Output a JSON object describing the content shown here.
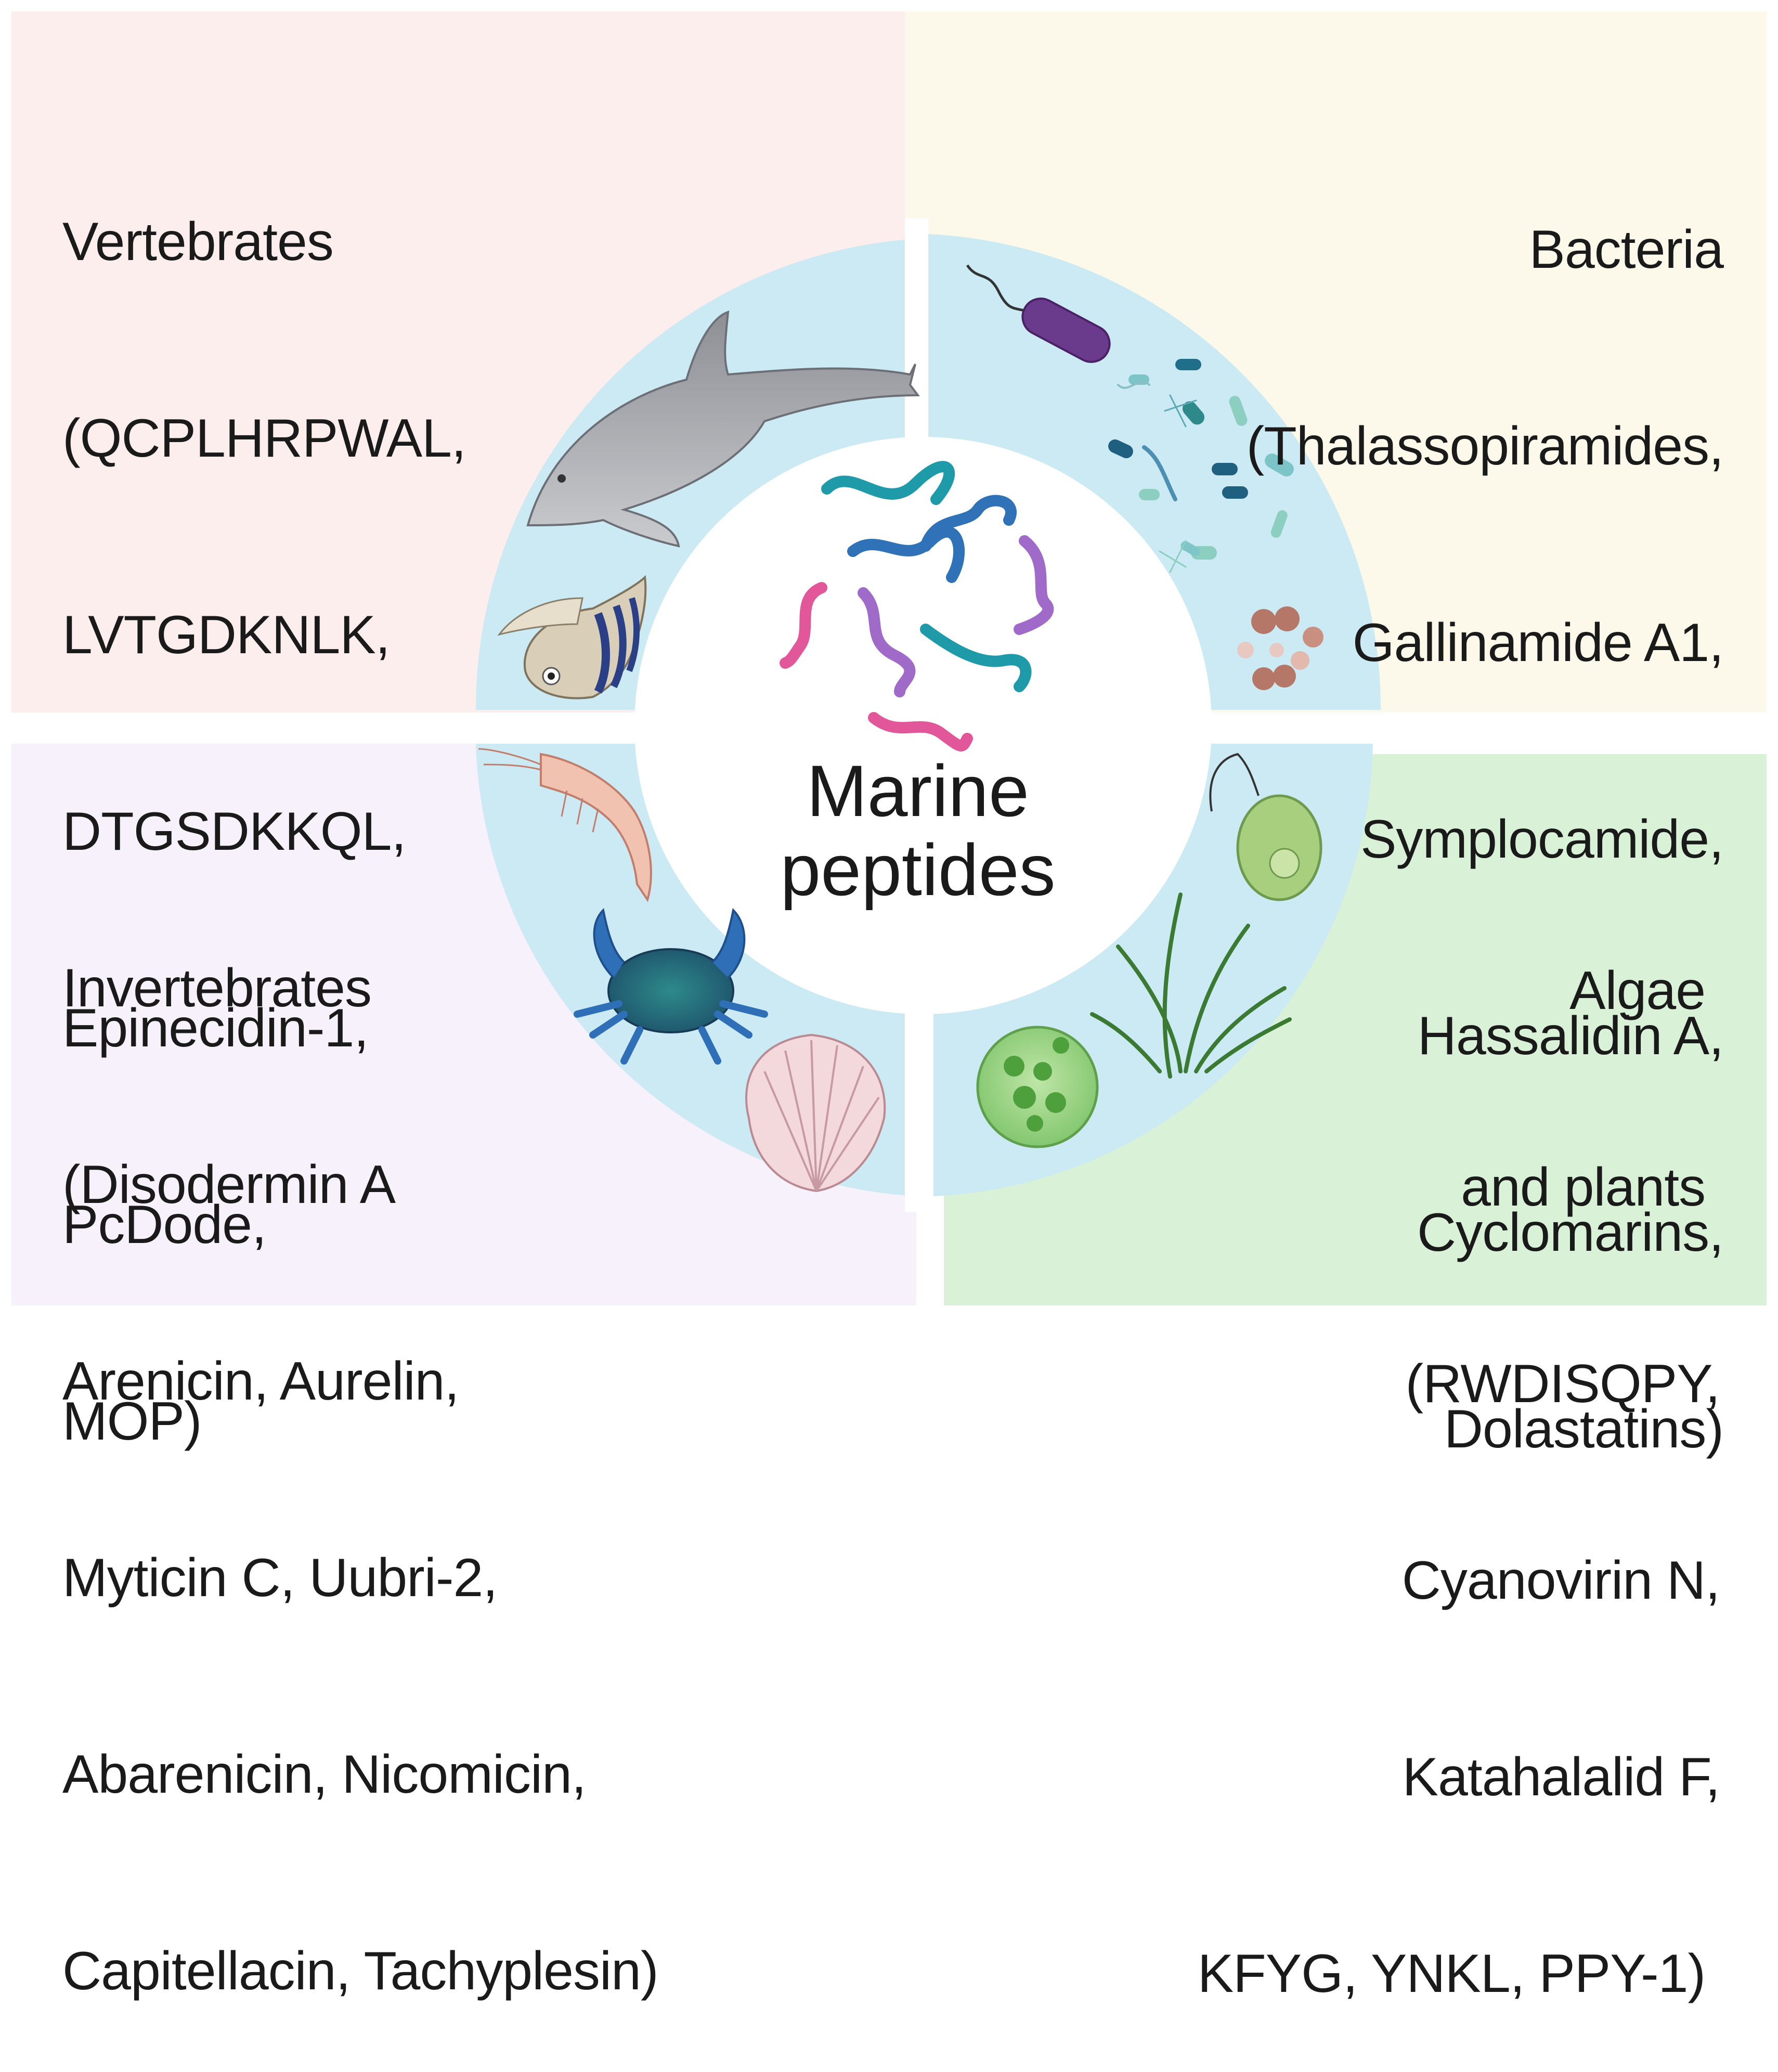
{
  "colors": {
    "vertebrates_bg": "#fdeeee",
    "bacteria_bg": "#fcf9ea",
    "invertebrates_bg": "#f6f1fb",
    "algae_bg": "#d9f1d6",
    "ring_fill": "#cbeaf3",
    "center_fill": "#ffffff",
    "peptide_blue": "#2f72b8",
    "peptide_teal": "#1f9aa8",
    "peptide_pink": "#e2579a",
    "peptide_purple": "#a06ac8"
  },
  "center": {
    "title_line1": "Marine",
    "title_line2": "peptides"
  },
  "vertebrates": {
    "lines": [
      "Vertebrates",
      "(QCPLHRPWAL,",
      "LVTGDKNLK,",
      "DTGSDKKQL,",
      "Epinecidin-1,",
      "PcDode,",
      "MOP)"
    ]
  },
  "bacteria": {
    "lines": [
      "Bacteria",
      "(Thalassopiramides,",
      "Gallinamide A1,",
      "Symplocamide,",
      "Hassalidin A,",
      "Cyclomarins,",
      "Dolastatins)"
    ]
  },
  "invertebrates": {
    "lines": [
      "Invertebrates",
      "(Disodermin A",
      "Arenicin, Aurelin,",
      "Myticin C, Uubri-2,",
      "Abarenicin, Nicomicin,",
      "Capitellacin, Tachyplesin)"
    ]
  },
  "algae": {
    "lines": [
      "Algae ",
      "and plants ",
      "(RWDISQPY,",
      "Cyanovirin N,",
      "Katahalalid F,",
      "KFYG, YNKL, PPY-1) "
    ]
  },
  "icons": [
    "dolphin-icon",
    "zebrafish-icon",
    "rod-bacterium-icon",
    "bacteria-cluster-icon",
    "cocci-icon",
    "shrimp-icon",
    "crab-icon",
    "scallop-shell-icon",
    "euglena-icon",
    "seagrass-icon",
    "green-algae-cell-icon"
  ]
}
